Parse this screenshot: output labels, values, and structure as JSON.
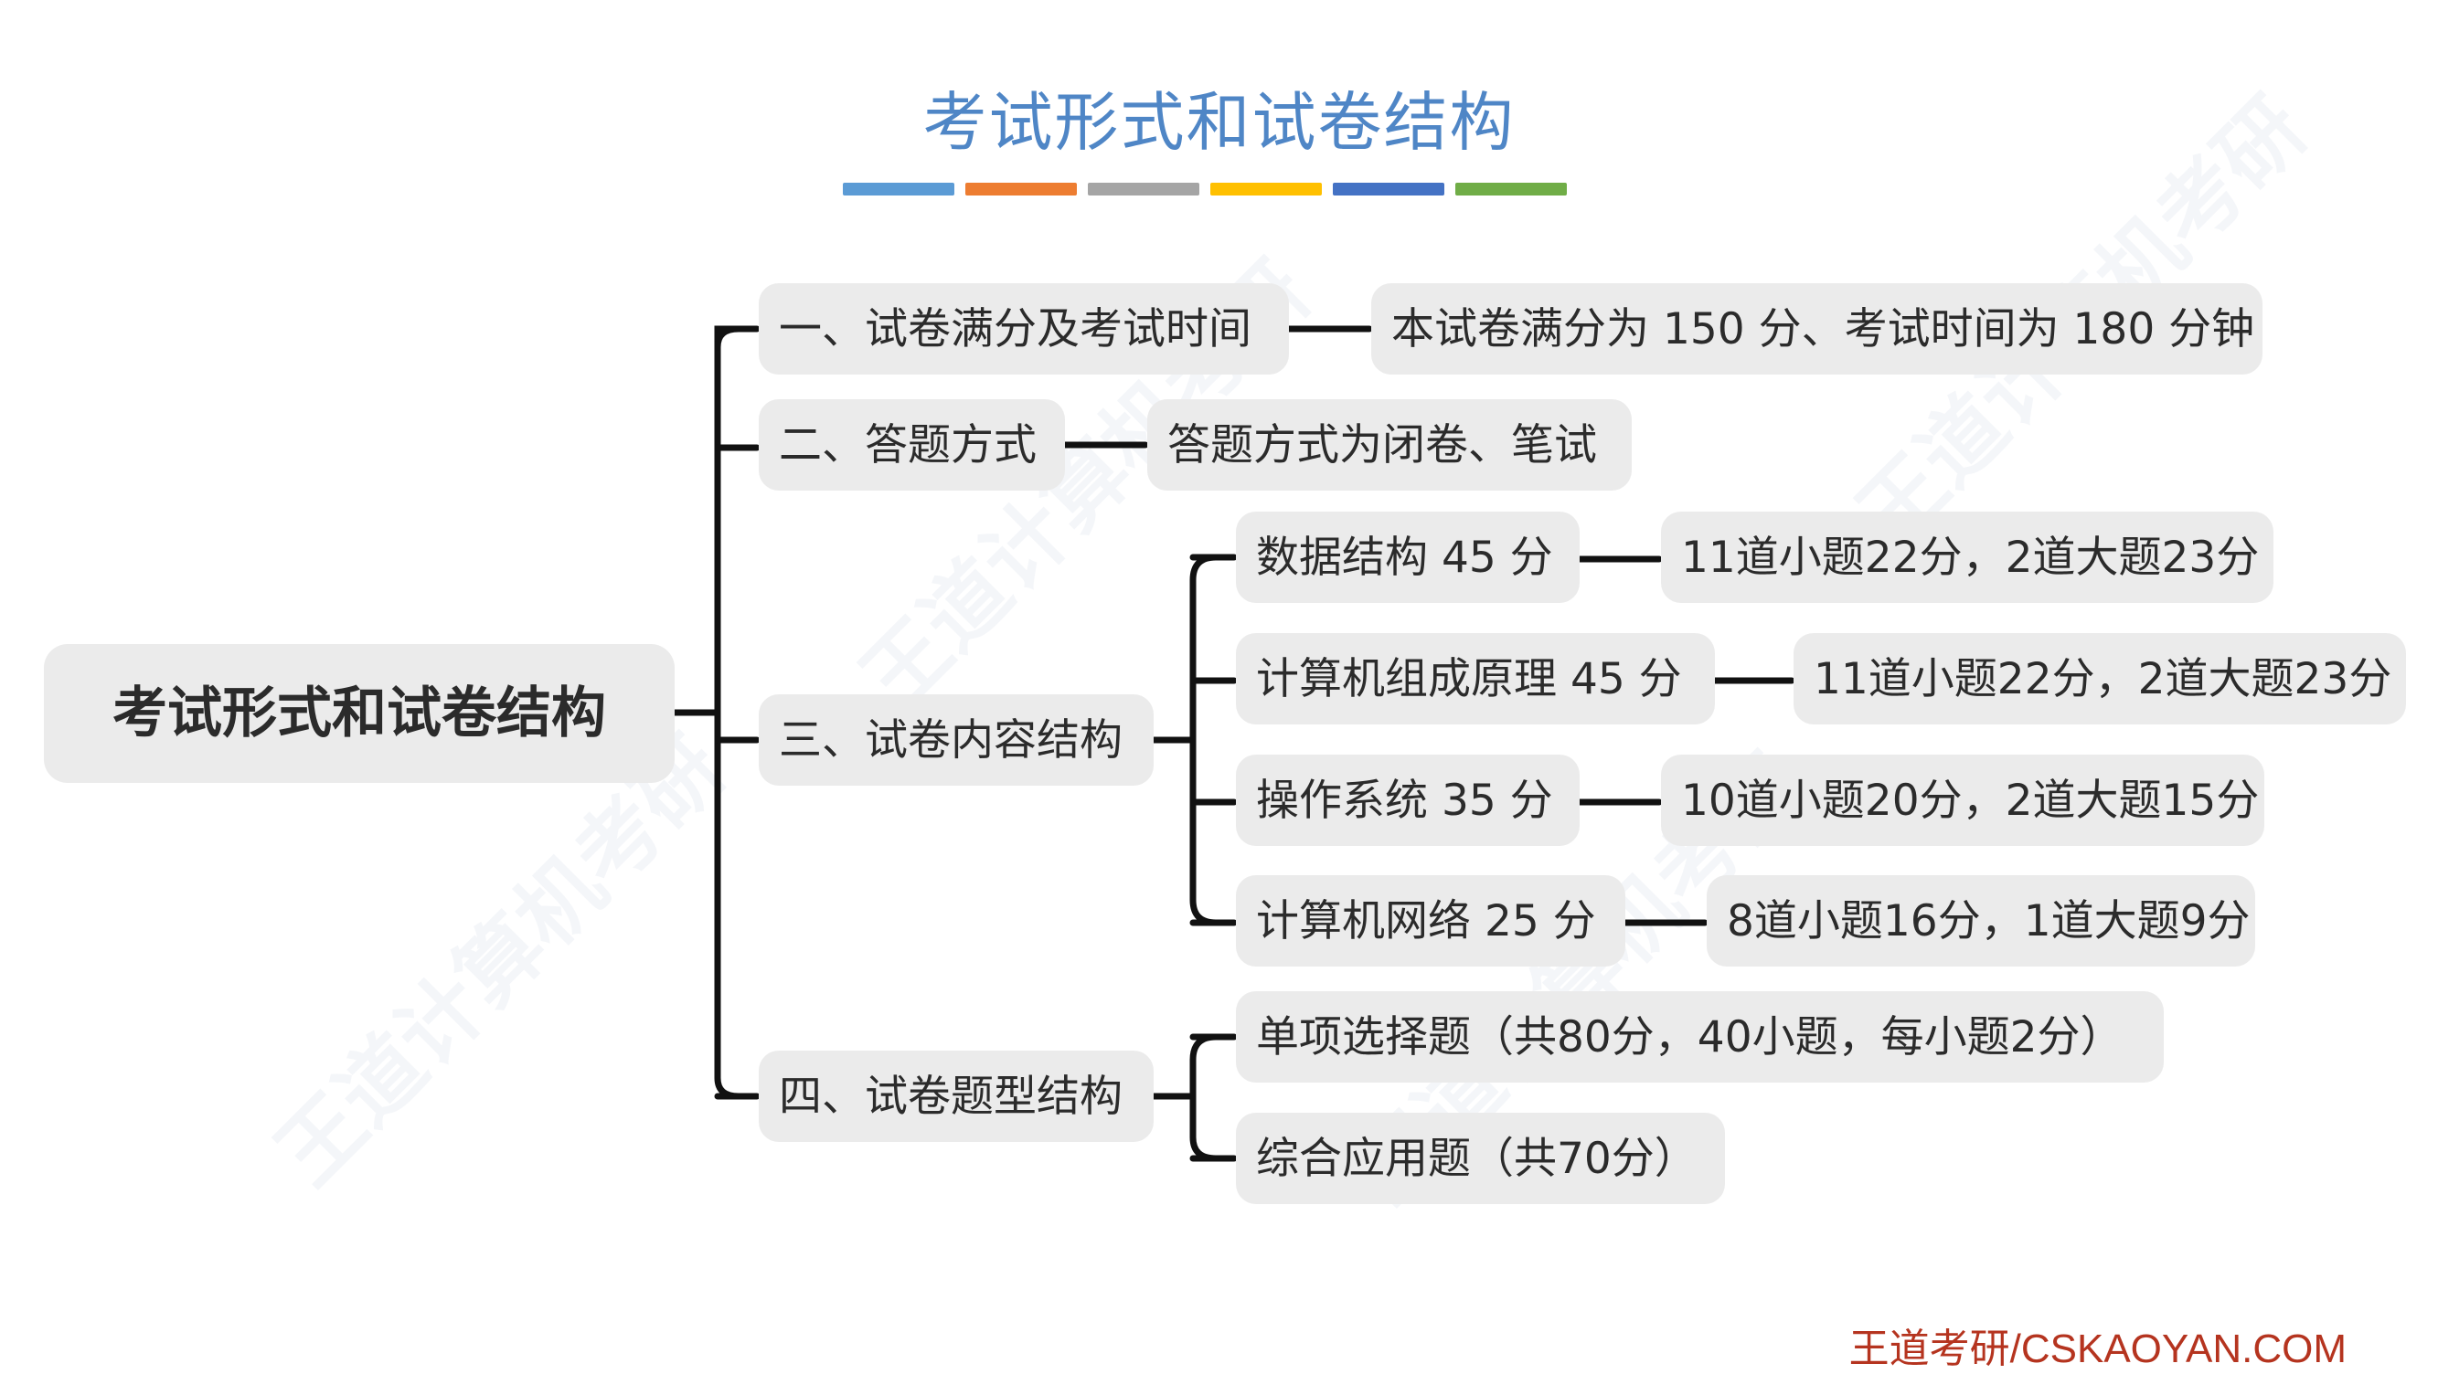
{
  "title": "考试形式和试卷结构",
  "color_bars": [
    "#5b9bd5",
    "#ed7d31",
    "#a5a5a5",
    "#ffc000",
    "#4472c4",
    "#70ad47"
  ],
  "root": "考试形式和试卷结构",
  "branches": [
    {
      "label": "一、试卷满分及考试时间",
      "detail": "本试卷满分为 150 分、考试时间为 180 分钟"
    },
    {
      "label": "二、答题方式",
      "detail": "答题方式为闭卷、笔试"
    },
    {
      "label": "三、试卷内容结构",
      "children": [
        {
          "label": "数据结构 45 分",
          "detail": "11道小题22分，2道大题23分"
        },
        {
          "label": "计算机组成原理 45 分",
          "detail": "11道小题22分，2道大题23分"
        },
        {
          "label": "操作系统 35 分",
          "detail": "10道小题20分，2道大题15分"
        },
        {
          "label": "计算机网络 25 分",
          "detail": "8道小题16分，1道大题9分"
        }
      ]
    },
    {
      "label": "四、试卷题型结构",
      "children": [
        {
          "label": "单项选择题（共80分，40小题，每小题2分）"
        },
        {
          "label": "综合应用题（共70分）"
        }
      ]
    }
  ],
  "footer": "王道考研/CSKAOYAN.COM",
  "watermark": "王道计算机考研"
}
